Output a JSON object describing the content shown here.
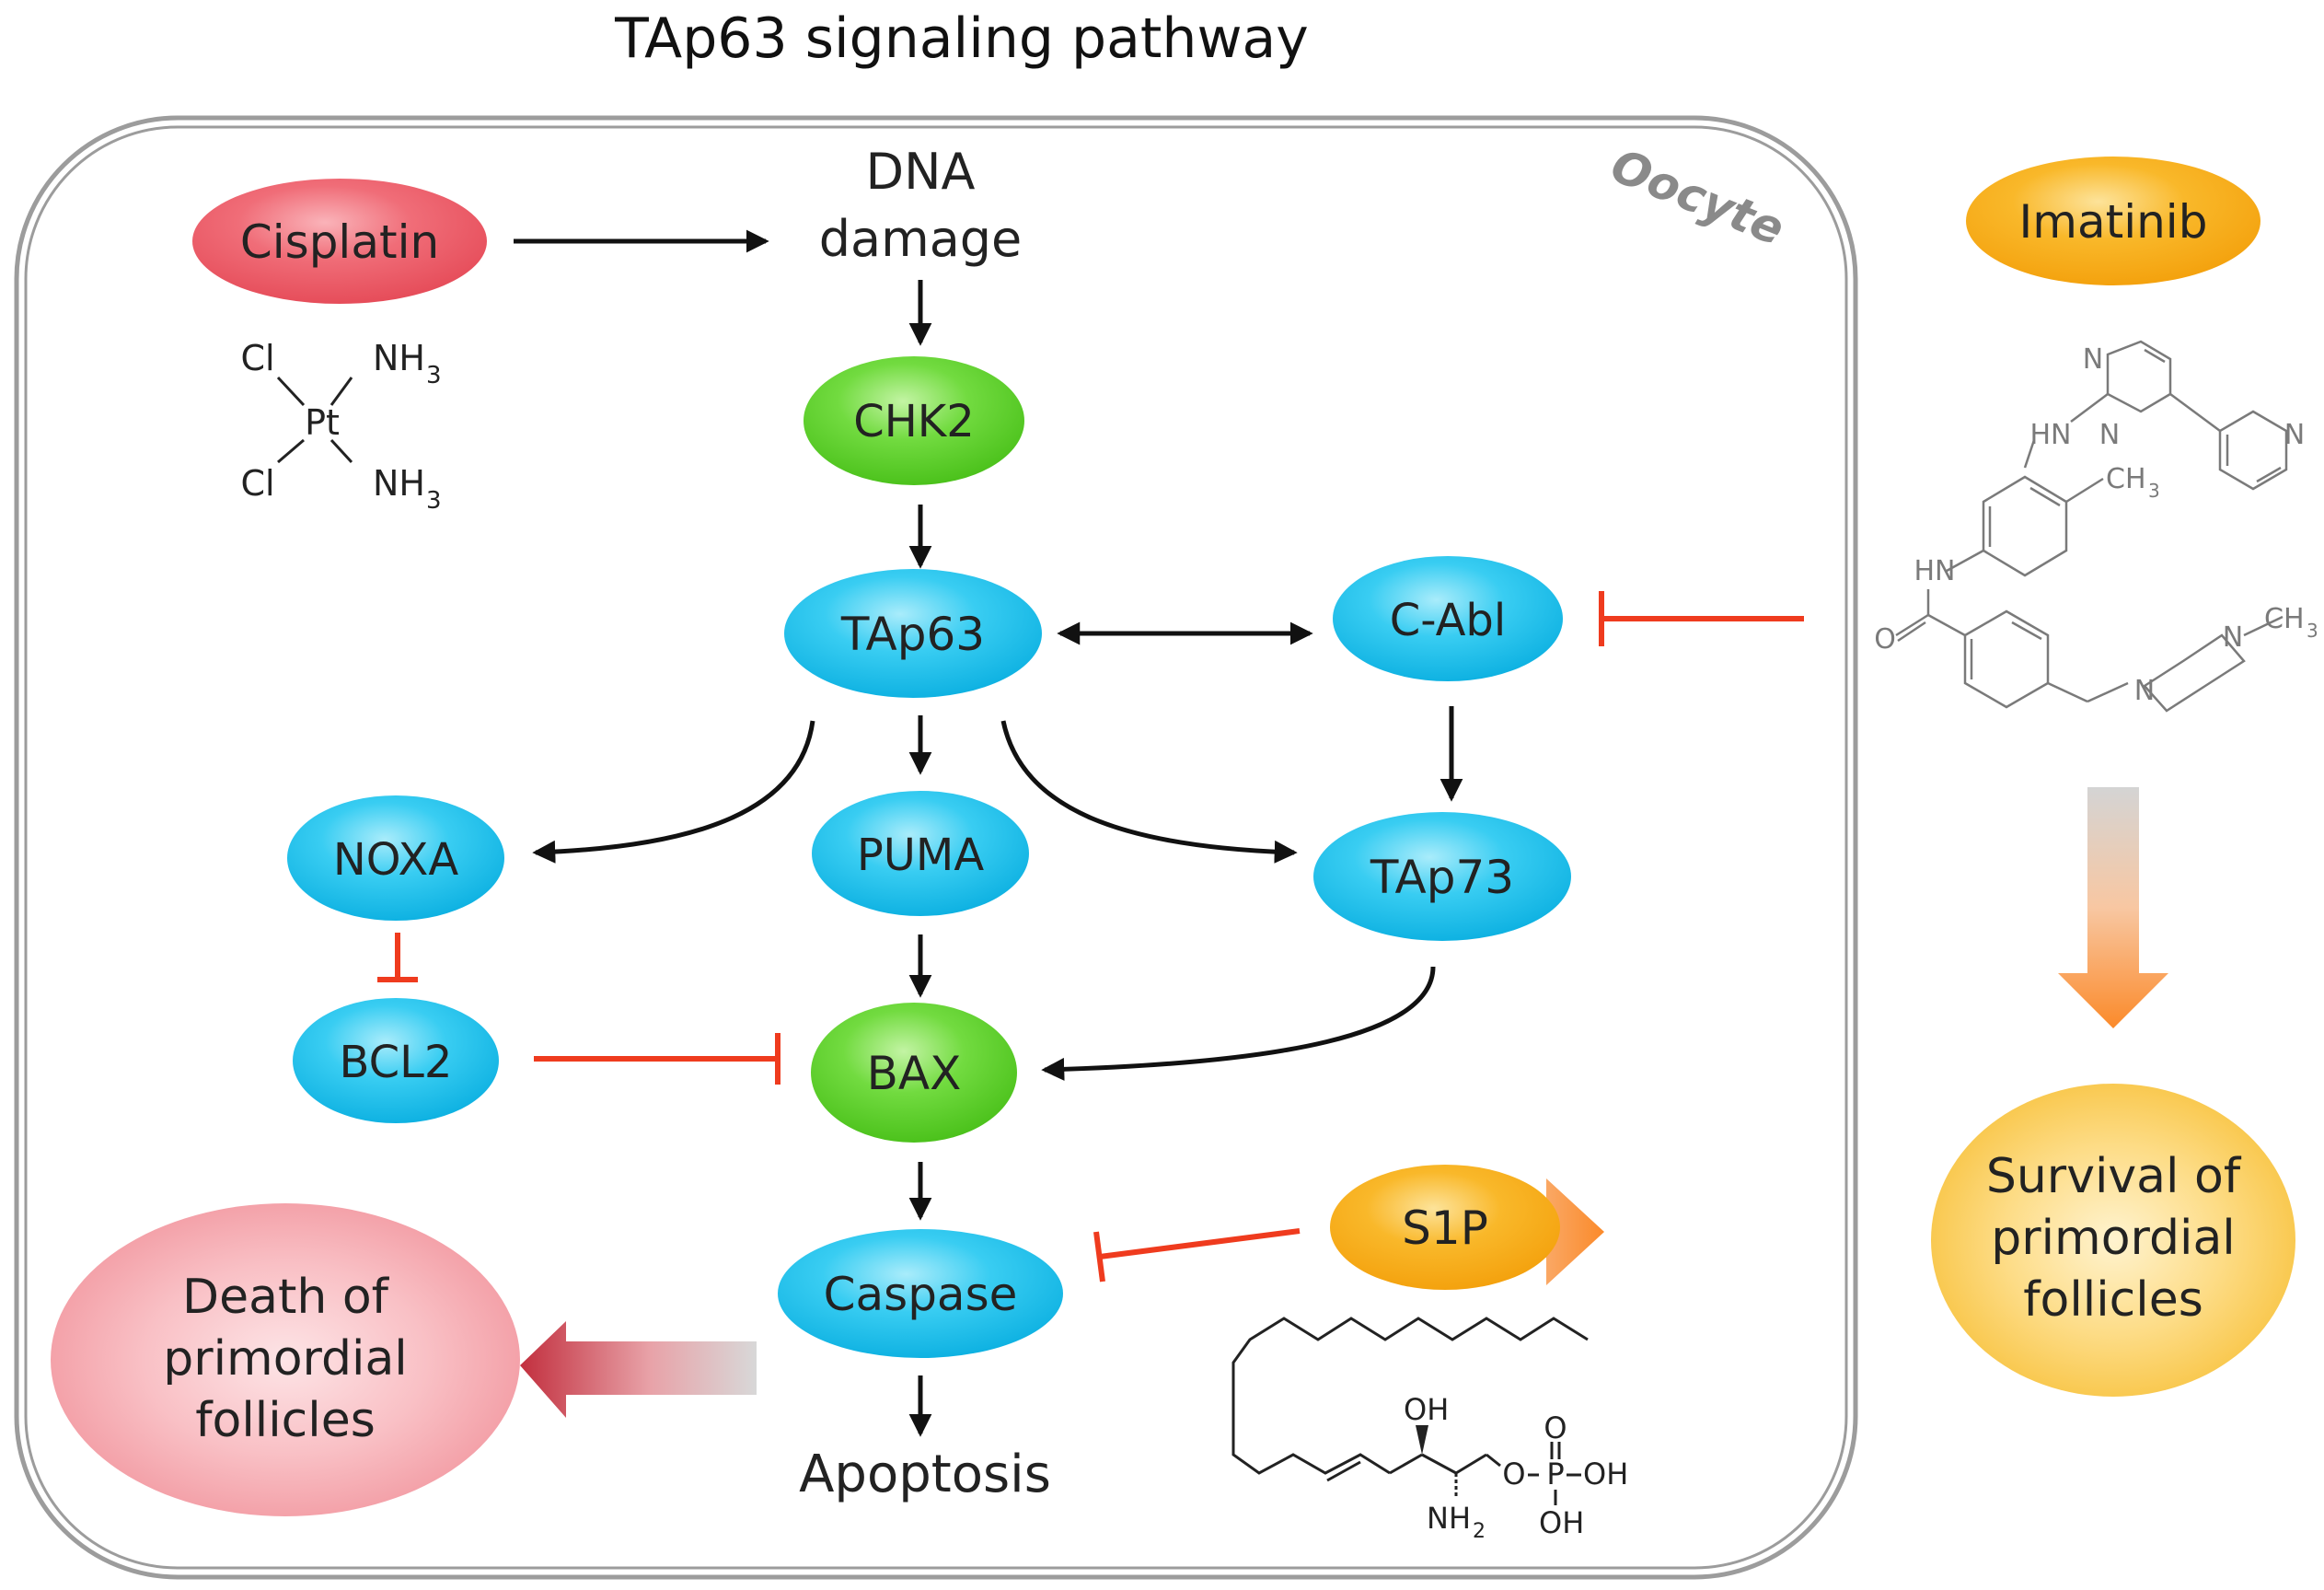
{
  "title": "TAp63 signaling pathway",
  "compartment_label": "Oocyte",
  "nodes": {
    "cisplatin": "Cisplatin",
    "dna_damage": [
      "DNA",
      "damage"
    ],
    "chk2": "CHK2",
    "tap63": "TAp63",
    "cabl": "C-Abl",
    "noxa": "NOXA",
    "puma": "PUMA",
    "tap73": "TAp73",
    "bcl2": "BCL2",
    "bax": "BAX",
    "caspase": "Caspase",
    "apoptosis": "Apoptosis",
    "s1p": "S1P",
    "imatinib": "Imatinib",
    "death": [
      "Death  of",
      "primordial",
      "follicles"
    ],
    "survival": [
      "Survival of",
      "primordial",
      "follicles"
    ]
  },
  "structures": {
    "cisplatin": {
      "cl_top": "Cl",
      "cl_bottom": "Cl",
      "pt": "Pt",
      "nh3_top": "NH",
      "nh3_top_sub": "3",
      "nh3_bottom": "NH",
      "nh3_bottom_sub": "3"
    },
    "imatinib": {
      "n_pyrimidine_1": "N",
      "n_pyrimidine_2": "N",
      "n_pyridine": "N",
      "hn_1": "HN",
      "hn_2": "HN",
      "ch3_1": "CH",
      "ch3_1_sub": "3",
      "o": "O",
      "n_pip_1": "N",
      "n_pip_2": "N",
      "ch3_2": "CH",
      "ch3_2_sub": "3"
    },
    "s1p": {
      "oh": "OH",
      "nh2": "NH",
      "nh2_sub": "2",
      "o_ester": "O",
      "p": "P",
      "o_double": "O",
      "oh_p1": "OH",
      "oh_p2": "OH"
    }
  },
  "colors": {
    "activation_arrow": "#111111",
    "inhibition": "#ef3b1e",
    "cyan_node": "#16c3ef",
    "green_node": "#5bd22d",
    "red_node": "#ee5a66",
    "orange_node": "#f7ad17",
    "structure_gray": "#7a7a7a"
  }
}
